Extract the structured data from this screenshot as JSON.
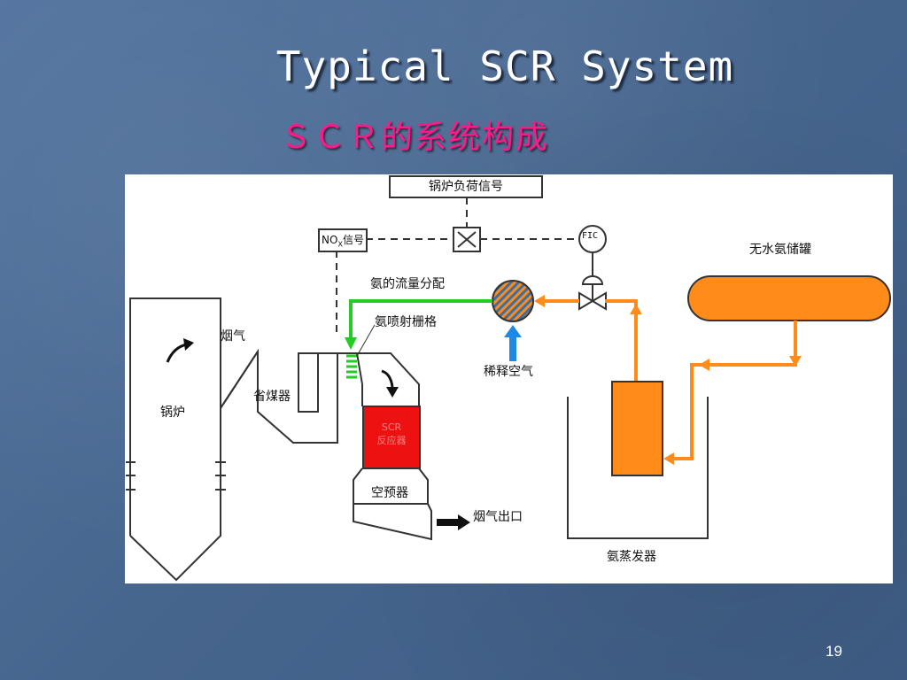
{
  "slide": {
    "title": "Typical SCR System",
    "subtitle": "ＳＣＲ的系统构成",
    "page_number": "19"
  },
  "diagram": {
    "boiler_load_signal": "锅炉负荷信号",
    "nox_signal_prefix": "NO",
    "nox_signal_sub": "X",
    "nox_signal_suffix": "信号",
    "fic": "FIC",
    "anhydrous_ammonia_tank": "无水氨储罐",
    "ammonia_flow_distribution": "氨的流量分配",
    "ammonia_injection_grid": "氨喷射栅格",
    "flue_gas": "烟气",
    "dilution_air": "稀释空气",
    "economizer": "省煤器",
    "boiler": "锅炉",
    "scr_reactor_line1": "SCR",
    "scr_reactor_line2": "反应器",
    "air_preheater": "空预器",
    "flue_gas_outlet": "烟气出口",
    "ammonia_evaporator": "氨蒸发器"
  },
  "colors": {
    "ammonia_line": "#ff8c1a",
    "ammonia_flow_line": "#22cc22",
    "reactor": "#ee1111",
    "dilution_air_arrow": "#1e88e5",
    "subtitle": "#ff1a8c"
  }
}
